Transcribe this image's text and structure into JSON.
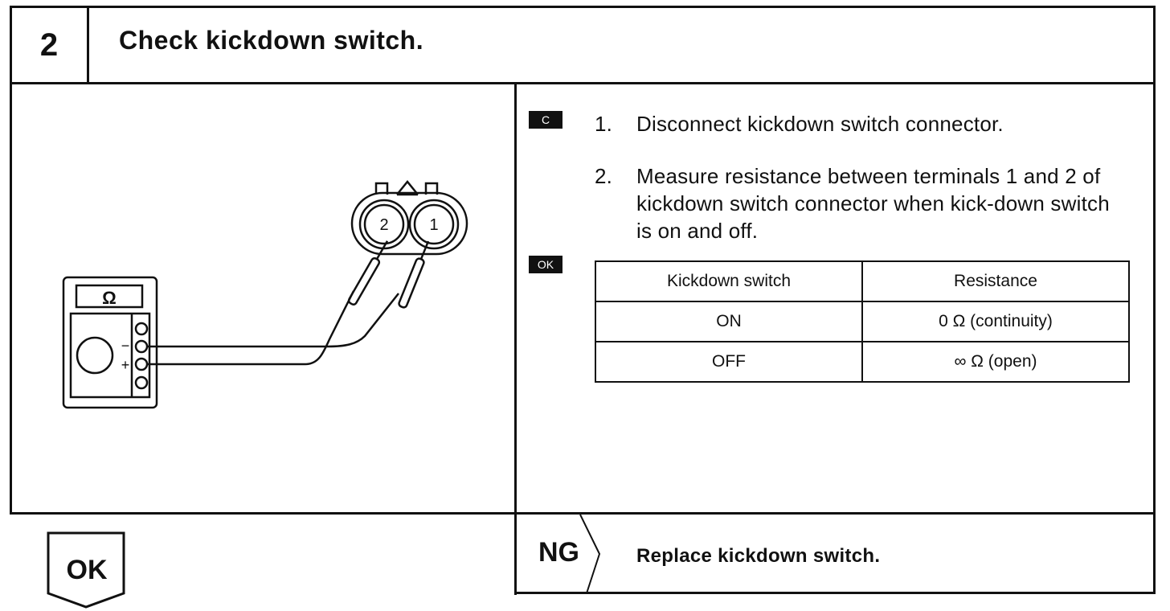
{
  "step": {
    "number": "2",
    "title": "Check kickdown switch."
  },
  "figure": {
    "meter_symbol": "Ω",
    "minus_sign": "−",
    "plus_sign": "+",
    "terminal_2": "2",
    "terminal_1": "1"
  },
  "instructions": {
    "tag_c": "C",
    "tag_ok": "OK",
    "items": [
      {
        "num": "1.",
        "text": "Disconnect kickdown switch connector."
      },
      {
        "num": "2.",
        "text": "Measure resistance between terminals 1 and 2 of kickdown switch connector when kick-down switch is on and off."
      }
    ]
  },
  "table": {
    "headers": [
      "Kickdown switch",
      "Resistance"
    ],
    "rows": [
      [
        "ON",
        "0 Ω (continuity)"
      ],
      [
        "OFF",
        "∞ Ω (open)"
      ]
    ]
  },
  "result_ng": {
    "label": "NG",
    "text": "Replace kickdown switch."
  },
  "result_ok": {
    "label": "OK"
  }
}
